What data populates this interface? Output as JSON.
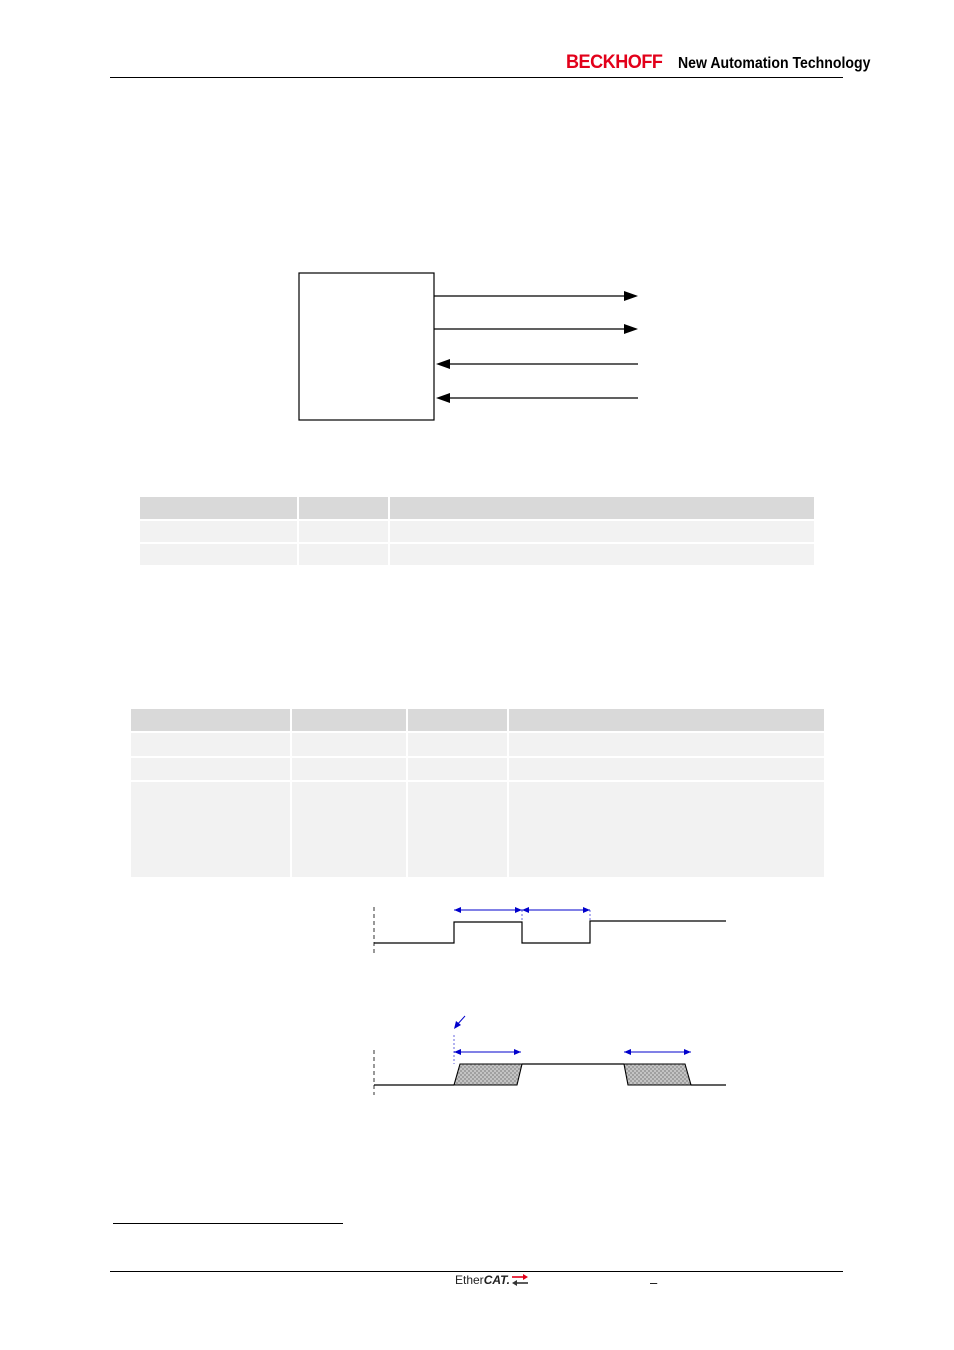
{
  "header": {
    "brand": "BECKHOFF",
    "tagline": "New Automation Technology"
  },
  "footer": {
    "logo_ether": "Ether",
    "logo_cat": "CAT.",
    "dash": "–"
  },
  "colors": {
    "brand_red": "#e2001a",
    "table_header": "#d9d9d9",
    "table_body": "#f2f2f2",
    "dimension_arrow": "#0000cc"
  }
}
